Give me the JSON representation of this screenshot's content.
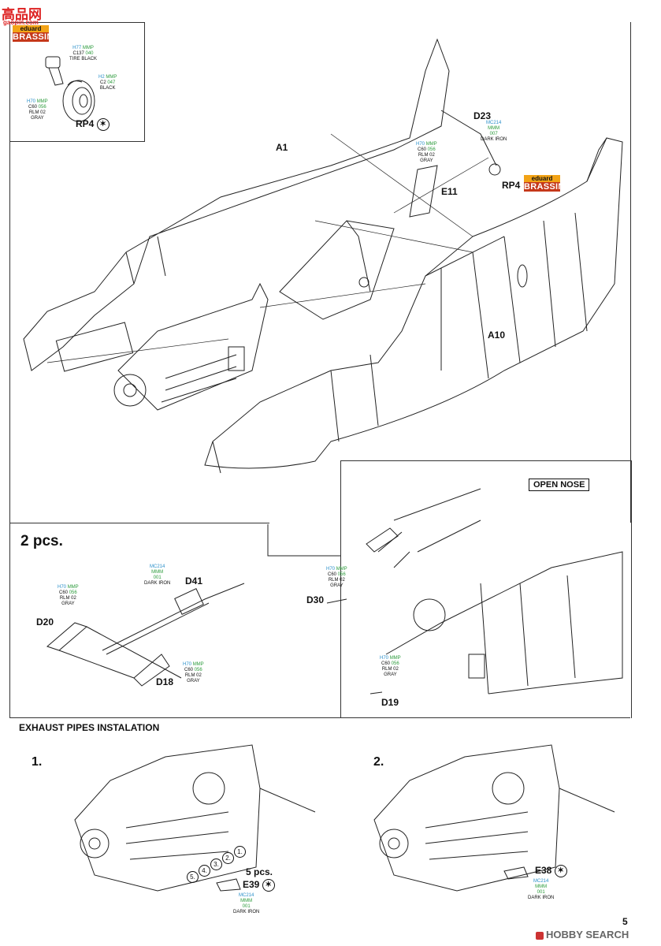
{
  "watermark_top": {
    "chinese": "高品网",
    "url": "gaopin.com"
  },
  "inset_wheel": {
    "brand_top": "eduard",
    "brand_bottom": "BRASSIN",
    "tire_color": {
      "h": "H77",
      "m": "MMP",
      "c": "C137",
      "m2": "040",
      "name": "TIRE BLACK"
    },
    "hub_color": {
      "h": "H2",
      "m": "MMP",
      "c": "C2",
      "m2": "047",
      "name": "BLACK"
    },
    "strut_color": {
      "h": "H70",
      "m": "MMP",
      "c": "C60",
      "m2": "056",
      "name1": "RLM 02",
      "name2": "GRAY"
    },
    "part": "RP4"
  },
  "main": {
    "parts": {
      "a1": "A1",
      "a10": "A10",
      "d23": "D23",
      "e11": "E11",
      "rp4": "RP4"
    },
    "d23_color": {
      "c": "MC214",
      "m": "MMM",
      "m2": "007",
      "name": "DARK IRON"
    },
    "e11_color": {
      "h": "H70",
      "m": "MMP",
      "c": "C60",
      "m2": "056",
      "name1": "RLM 02",
      "name2": "GRAY"
    },
    "brand_top": "eduard",
    "brand_bottom": "BRASSIN"
  },
  "guns_left": {
    "title": "2 pcs.",
    "d41": "D41",
    "d20": "D20",
    "d18": "D18",
    "d41_color": {
      "c": "MC214",
      "m": "MMM",
      "m2": "001",
      "name": "DARK IRON"
    },
    "d20_color": {
      "h": "H70",
      "m": "MMP",
      "c": "C60",
      "m2": "056",
      "name1": "RLM 02",
      "name2": "GRAY"
    },
    "d18_color": {
      "h": "H70",
      "m": "MMP",
      "c": "C60",
      "m2": "056",
      "name1": "RLM 02",
      "name2": "GRAY"
    }
  },
  "open_nose": {
    "title": "OPEN NOSE",
    "d30": "D30",
    "d19": "D19",
    "d30_color": {
      "h": "H70",
      "m": "MMP",
      "c": "C60",
      "m2": "056",
      "name1": "RLM 02",
      "name2": "GRAY"
    },
    "d19_color": {
      "h": "H70",
      "m": "MMP",
      "c": "C60",
      "m2": "056",
      "name1": "RLM 02",
      "name2": "GRAY"
    }
  },
  "exhaust": {
    "title": "EXHAUST PIPES INSTALATION",
    "step1": "1.",
    "step2": "2.",
    "order": [
      "1.",
      "2.",
      "3.",
      "4.",
      "5."
    ],
    "count": "5 pcs.",
    "e39": "E39",
    "e38": "E38",
    "e39_color": {
      "c": "MC214",
      "m": "MMM",
      "m2": "001",
      "name": "DARK IRON"
    },
    "e38_color": {
      "c": "MC214",
      "m": "MMM",
      "m2": "001",
      "name": "DARK IRON"
    }
  },
  "page_number": "5",
  "watermark_bottom": "HOBBY SEARCH"
}
